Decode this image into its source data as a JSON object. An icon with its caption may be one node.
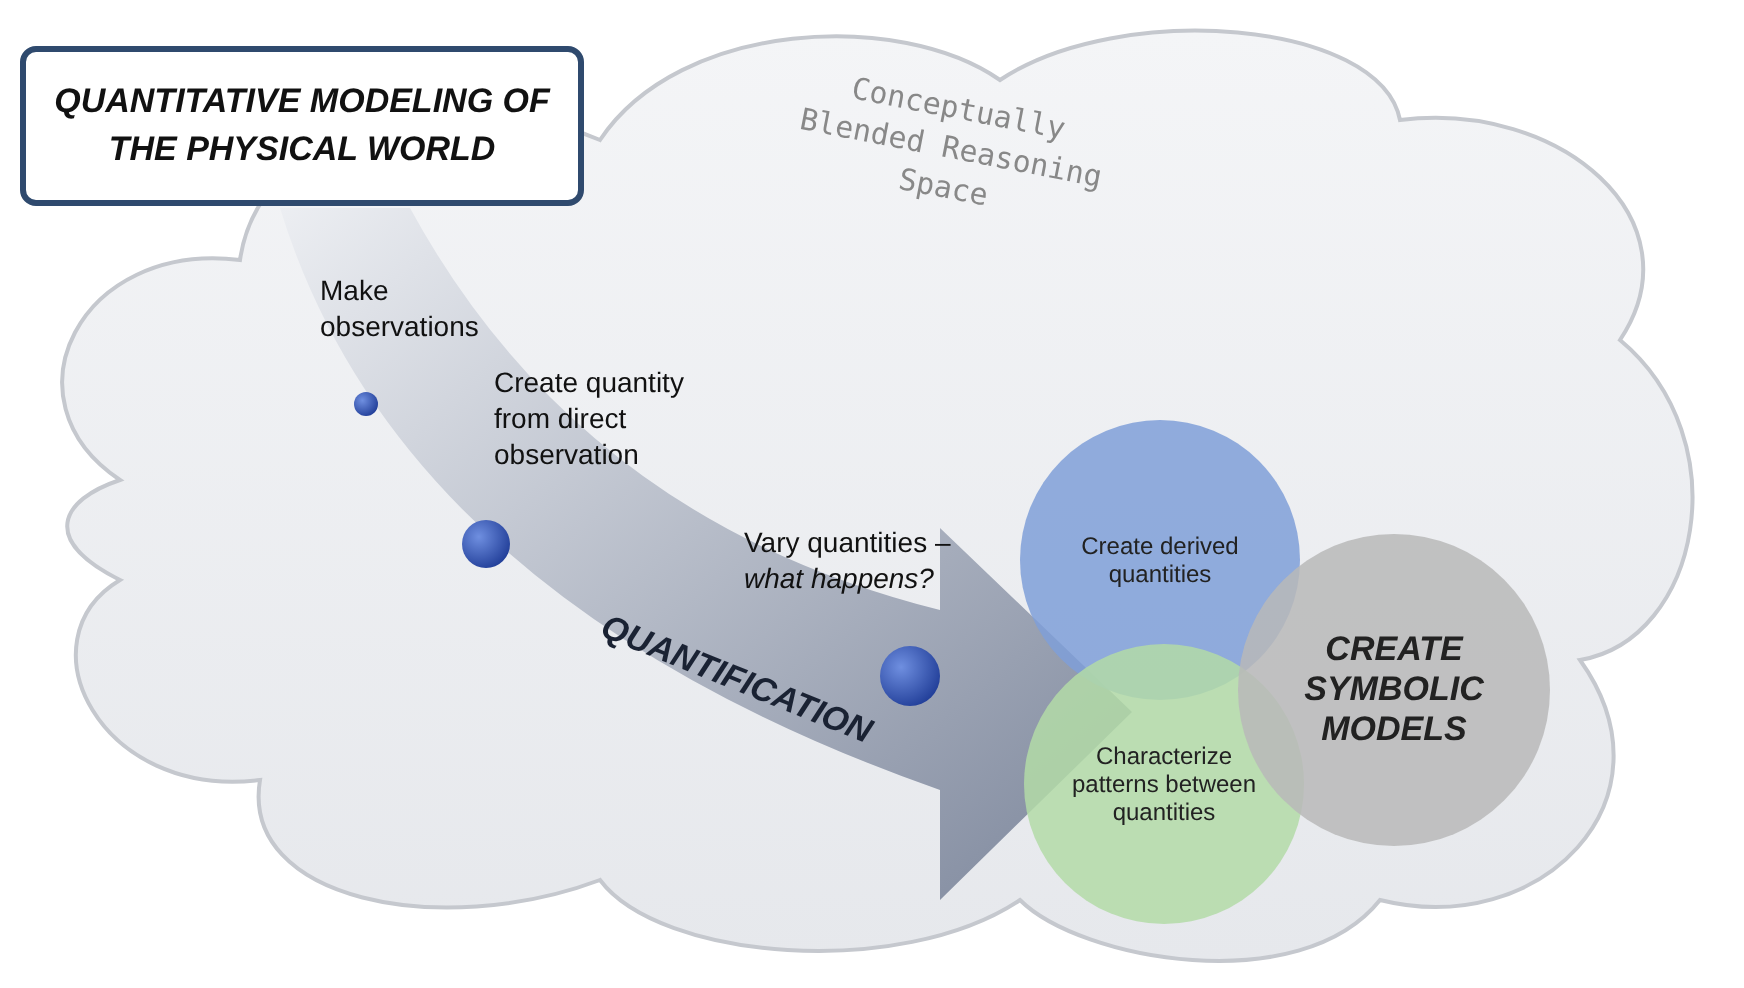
{
  "diagram": {
    "nodes": [
      {
        "text": [
          "Conceptually Blended Reasoning Space"
        ]
      },
      {
        "text": [
          "QUANTITATIVE MODELING OF THE PHYSICAL WORLD"
        ]
      },
      {
        "text": [
          "QUANTIFICATION"
        ],
        "in": 0
      },
      {
        "text": [],
        "shape": "circle",
        "in": 2,
        "beside": [
          "Make observations"
        ]
      },
      {
        "text": [],
        "shape": "circle",
        "in": 2,
        "beside": [
          "Create quantity from direct observation"
        ]
      },
      {
        "text": [],
        "shape": "circle",
        "in": 2,
        "beside": [
          "Vary quantities – *what happens?*"
        ]
      },
      {
        "text": [
          "Create derived quantities"
        ],
        "in": 0
      },
      {
        "text": [
          "Characterize patterns between quantities"
        ],
        "in": 0
      },
      {
        "text": [
          "CREATE SYMBOLIC MODELS"
        ],
        "in": 0
      }
    ]
  }
}
